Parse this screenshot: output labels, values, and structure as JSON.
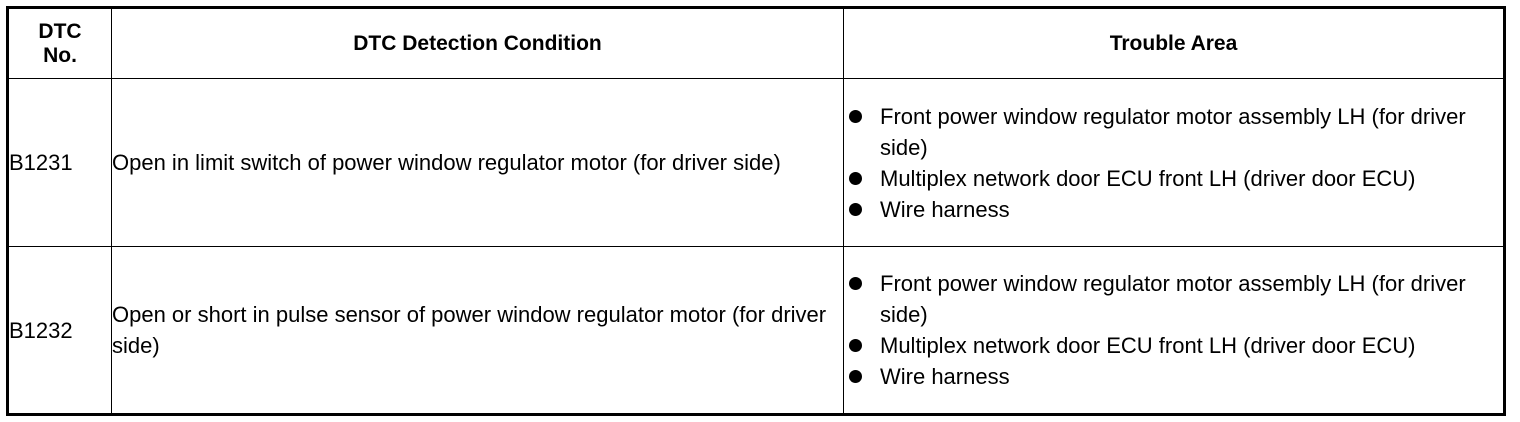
{
  "headers": {
    "no_line1": "DTC",
    "no_line2": "No.",
    "condition": "DTC Detection Condition",
    "area": "Trouble Area"
  },
  "rows": [
    {
      "code": "B1231",
      "condition": "Open in limit switch of power window regulator motor (for driver side)",
      "areas": [
        "Front power window regulator motor assembly LH (for driver side)",
        "Multiplex network door ECU front LH (driver door ECU)",
        "Wire harness"
      ]
    },
    {
      "code": "B1232",
      "condition": "Open or short in pulse sensor of power window regulator motor (for driver side)",
      "areas": [
        "Front power window regulator motor assembly LH (for driver side)",
        "Multiplex network door ECU front LH (driver door ECU)",
        "Wire harness"
      ]
    }
  ]
}
